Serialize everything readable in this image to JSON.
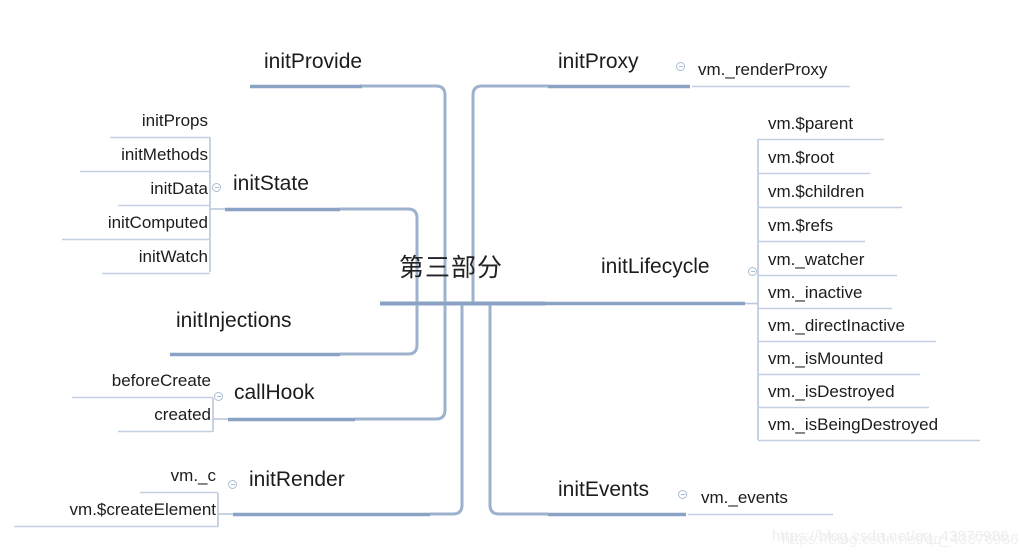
{
  "diagram": {
    "type": "mindmap",
    "title": "第三部分",
    "line_color": "#9db2cd",
    "line_color_strong": "#8aa3c4",
    "background": "#ffffff",
    "text_color": "#1c1c1c"
  },
  "center": {
    "label": "第三部分"
  },
  "branches": {
    "initProvide": {
      "label": "initProvide",
      "children": []
    },
    "initState": {
      "label": "initState",
      "children": [
        {
          "label": "initProps"
        },
        {
          "label": "initMethods"
        },
        {
          "label": "initData"
        },
        {
          "label": "initComputed"
        },
        {
          "label": "initWatch"
        }
      ]
    },
    "initInjections": {
      "label": "initInjections",
      "children": []
    },
    "callHook": {
      "label": "callHook",
      "children": [
        {
          "label": "beforeCreate"
        },
        {
          "label": "created"
        }
      ]
    },
    "initRender": {
      "label": "initRender",
      "children": [
        {
          "label": "vm._c"
        },
        {
          "label": "vm.$createElement"
        }
      ]
    },
    "initProxy": {
      "label": "initProxy",
      "children": [
        {
          "label": "vm._renderProxy"
        }
      ]
    },
    "initLifecycle": {
      "label": "initLifecycle",
      "children": [
        {
          "label": "vm.$parent"
        },
        {
          "label": "vm.$root"
        },
        {
          "label": "vm.$children"
        },
        {
          "label": "vm.$refs"
        },
        {
          "label": "vm._watcher"
        },
        {
          "label": "vm._inactive"
        },
        {
          "label": "vm._directInactive"
        },
        {
          "label": "vm._isMounted"
        },
        {
          "label": "vm._isDestroyed"
        },
        {
          "label": "vm._isBeingDestroyed"
        }
      ]
    },
    "initEvents": {
      "label": "initEvents",
      "children": [
        {
          "label": "vm._events"
        }
      ]
    }
  },
  "watermark": {
    "line1": "https://blog.csdn.net/qq_43876986",
    "line2": "https://blog.csdn.net/qq_43876986"
  },
  "icons": {
    "collapse": "collapse-toggle-icon"
  }
}
